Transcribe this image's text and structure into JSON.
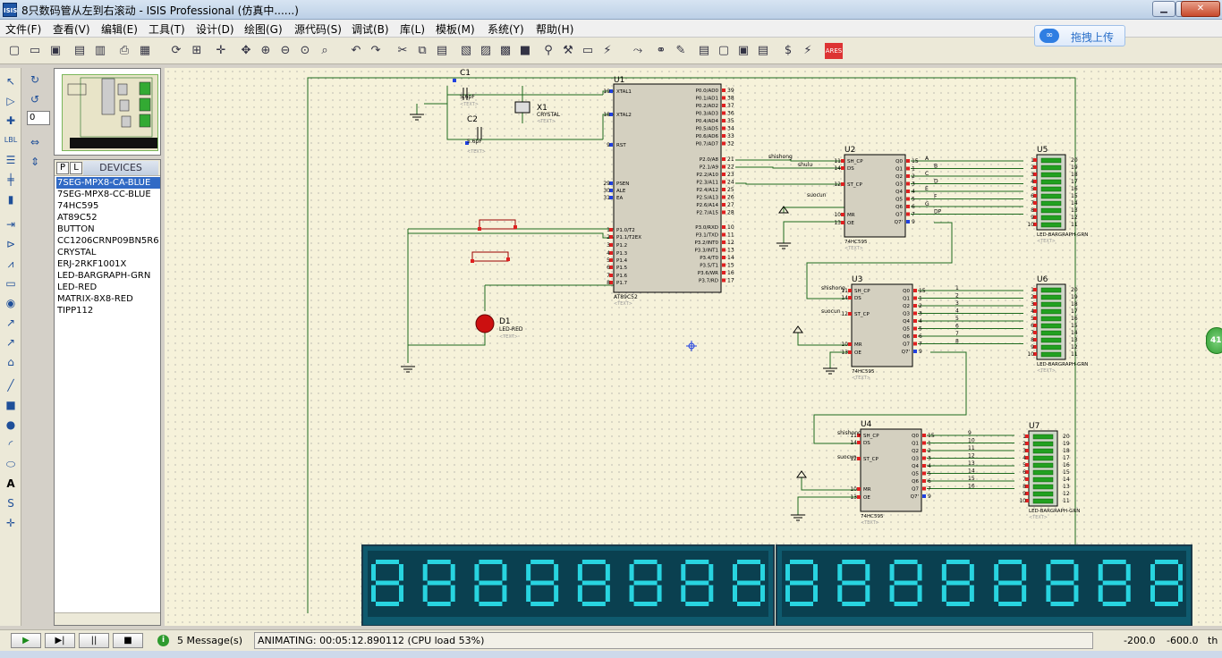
{
  "window": {
    "title": "8只数码管从左到右滚动 - ISIS Professional (仿真中......)",
    "app_icon": "ISIS"
  },
  "window_controls": {
    "minimize": "▁",
    "maximize": "□",
    "close": "✕"
  },
  "menu": [
    "文件(F)",
    "查看(V)",
    "编辑(E)",
    "工具(T)",
    "设计(D)",
    "绘图(G)",
    "源代码(S)",
    "调试(B)",
    "库(L)",
    "模板(M)",
    "系统(Y)",
    "帮助(H)"
  ],
  "upload": {
    "label": "拖拽上传",
    "logo": "∞"
  },
  "toolbar_icons": [
    "new-file",
    "open-folder",
    "save",
    "import",
    "print",
    "export",
    "refresh",
    "grid",
    "origin",
    "pan",
    "zoom-in",
    "zoom-out",
    "zoom-all",
    "zoom-area",
    "undo",
    "redo",
    "cut",
    "copy",
    "paste",
    "block-copy",
    "block-move",
    "block-rotate",
    "block-delete",
    "pick-device",
    "make-device",
    "pack-tool",
    "decompose",
    "wire-autorouter",
    "search",
    "property-tool",
    "design-explorer",
    "new-sheet",
    "remove-sheet",
    "bom",
    "erc",
    "ares"
  ],
  "left_tools": [
    "select",
    "component",
    "junction",
    "wire-label",
    "text-script",
    "bus",
    "subcircuit",
    "terminal",
    "device-pin",
    "graph",
    "tape",
    "generator",
    "voltage-probe",
    "current-probe",
    "virtual-instrument",
    "line",
    "box",
    "circle",
    "arc",
    "path",
    "text",
    "symbol",
    "marker"
  ],
  "rotation": {
    "value": "0"
  },
  "device_panel": {
    "tab_p": "P",
    "tab_l": "L",
    "title": "DEVICES",
    "items": [
      "7SEG-MPX8-CA-BLUE",
      "7SEG-MPX8-CC-BLUE",
      "74HC595",
      "AT89C52",
      "BUTTON",
      "CC1206CRNP09BN5R6",
      "CRYSTAL",
      "ERJ-2RKF1001X",
      "LED-BARGRAPH-GRN",
      "LED-RED",
      "MATRIX-8X8-RED",
      "TIPP112"
    ],
    "selected_index": 0
  },
  "schematic": {
    "c1": {
      "ref": "C1",
      "value": "5.6pF"
    },
    "c2": {
      "ref": "C2",
      "value": "5.6pF"
    },
    "x1": {
      "ref": "X1",
      "value": "CRYSTAL"
    },
    "u1": {
      "ref": "U1",
      "part": "AT89C52",
      "left_pins": [
        [
          "19",
          "XTAL1"
        ],
        [
          "18",
          "XTAL2"
        ],
        [
          "9",
          "RST"
        ],
        [
          "29",
          "PSEN"
        ],
        [
          "30",
          "ALE"
        ],
        [
          "31",
          "EA"
        ],
        [
          "1",
          "P1.0/T2"
        ],
        [
          "2",
          "P1.1/T2EX"
        ],
        [
          "3",
          "P1.2"
        ],
        [
          "4",
          "P1.3"
        ],
        [
          "5",
          "P1.4"
        ],
        [
          "6",
          "P1.5"
        ],
        [
          "7",
          "P1.6"
        ],
        [
          "8",
          "P1.7"
        ]
      ],
      "right_pins_p0": [
        [
          "39",
          "P0.0/AD0"
        ],
        [
          "38",
          "P0.1/AD1"
        ],
        [
          "37",
          "P0.2/AD2"
        ],
        [
          "36",
          "P0.3/AD3"
        ],
        [
          "35",
          "P0.4/AD4"
        ],
        [
          "34",
          "P0.5/AD5"
        ],
        [
          "33",
          "P0.6/AD6"
        ],
        [
          "32",
          "P0.7/AD7"
        ]
      ],
      "right_pins_p2": [
        [
          "21",
          "P2.0/A8"
        ],
        [
          "22",
          "P2.1/A9"
        ],
        [
          "23",
          "P2.2/A10"
        ],
        [
          "24",
          "P2.3/A11"
        ],
        [
          "25",
          "P2.4/A12"
        ],
        [
          "26",
          "P2.5/A13"
        ],
        [
          "27",
          "P2.6/A14"
        ],
        [
          "28",
          "P2.7/A15"
        ]
      ],
      "right_pins_p3": [
        [
          "10",
          "P3.0/RXD"
        ],
        [
          "11",
          "P3.1/TXD"
        ],
        [
          "12",
          "P3.2/INT0"
        ],
        [
          "13",
          "P3.3/INT1"
        ],
        [
          "14",
          "P3.4/T0"
        ],
        [
          "15",
          "P3.5/T1"
        ],
        [
          "16",
          "P3.6/WR"
        ],
        [
          "17",
          "P3.7/RD"
        ]
      ]
    },
    "d1": {
      "ref": "D1",
      "value": "LED-RED"
    },
    "u2": {
      "ref": "U2",
      "part": "74HC595",
      "net_labels": [
        "shishong",
        "shulu",
        "suocun"
      ],
      "seg_labels": [
        "A",
        "B",
        "C",
        "D",
        "E",
        "F",
        "G",
        "DP"
      ]
    },
    "u3": {
      "ref": "U3",
      "part": "74HC595",
      "net_labels": [
        "shishong",
        "suocun"
      ],
      "seg_labels": [
        "1",
        "2",
        "3",
        "4",
        "5",
        "6",
        "7",
        "8"
      ]
    },
    "u4": {
      "ref": "U4",
      "part": "74HC595",
      "net_labels": [
        "shishong",
        "suocun"
      ],
      "seg_labels": [
        "9",
        "10",
        "11",
        "12",
        "13",
        "14",
        "15",
        "16"
      ]
    },
    "hc595_pins_left": [
      [
        "11",
        "SH_CP"
      ],
      [
        "14",
        "DS"
      ],
      [
        "12",
        "ST_CP"
      ],
      [
        "10",
        "MR"
      ],
      [
        "13",
        "OE"
      ]
    ],
    "hc595_pins_right": [
      [
        "15",
        "Q0"
      ],
      [
        "1",
        "Q1"
      ],
      [
        "2",
        "Q2"
      ],
      [
        "3",
        "Q3"
      ],
      [
        "4",
        "Q4"
      ],
      [
        "5",
        "Q5"
      ],
      [
        "6",
        "Q6"
      ],
      [
        "7",
        "Q7"
      ],
      [
        "9",
        "Q7'"
      ]
    ],
    "u5": {
      "ref": "U5",
      "part": "LED-BARGRAPH-GRN"
    },
    "u6": {
      "ref": "U6",
      "part": "LED-BARGRAPH-GRN"
    },
    "u7": {
      "ref": "U7",
      "part": "LED-BARGRAPH-GRN"
    },
    "bar_left_pins": [
      "1",
      "2",
      "3",
      "4",
      "5",
      "6",
      "7",
      "8",
      "9",
      "10"
    ],
    "bar_right_pins": [
      "20",
      "19",
      "18",
      "17",
      "16",
      "15",
      "14",
      "13",
      "12",
      "11"
    ],
    "text_placeholder": "<TEXT>",
    "display_digits": "88888888"
  },
  "status": {
    "messages": "5 Message(s)",
    "animating": "ANIMATING: 00:05:12.890112 (CPU load 53%)",
    "coord_x": "-200.0",
    "coord_y": "-600.0",
    "unit": "th",
    "badge": "41"
  },
  "colors": {
    "wire": "#1e6b1e",
    "chip": "#d4d0c0",
    "seg_on": "#28d4e0",
    "display_bg": "#0f5a6e",
    "pin_red": "#e02020",
    "pin_blue": "#2040e0"
  }
}
